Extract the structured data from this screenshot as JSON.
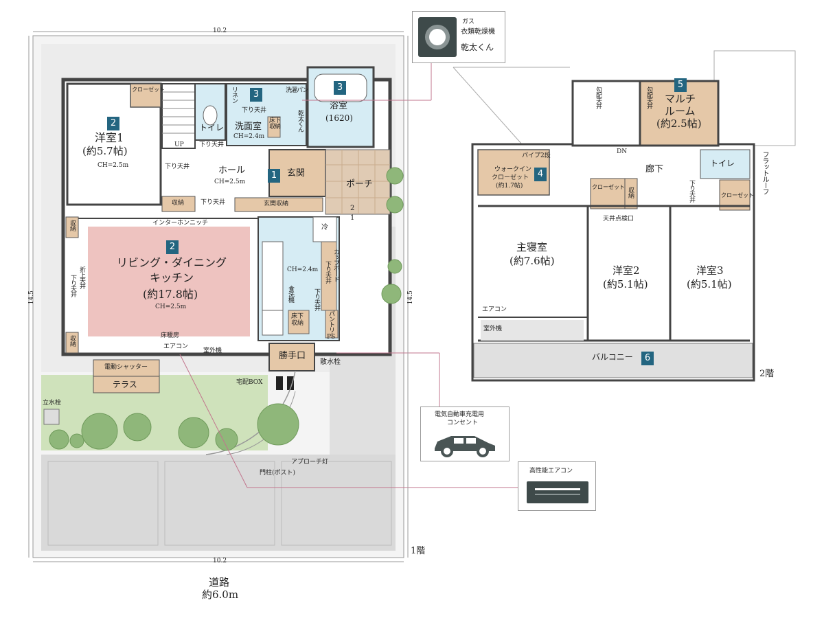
{
  "dims": {
    "top_width": "10.2",
    "bottom_width": "10.2",
    "left_depth": "14.5",
    "right_depth": "14.5"
  },
  "road": {
    "line1": "道路",
    "line2": "約6.0m"
  },
  "floor1": {
    "label": "1階",
    "rooms": {
      "western1": {
        "badge": "2",
        "name": "洋室1",
        "size": "(約5.7帖)",
        "ch": "CH=2.5m"
      },
      "closet1": "クローゼット",
      "up": "UP",
      "toilet": "トイレ",
      "linen": "リネン",
      "washroom": {
        "badge": "3",
        "name": "洗面室",
        "ch": "CH=2.4m",
        "drop_ceiling": "下り天井"
      },
      "underfloor_storage": "床下収納",
      "washer_pan": "洗濯パン",
      "dryer": "乾太くん",
      "bath": {
        "badge": "3",
        "name": "浴室",
        "size": "(1620)"
      },
      "drop_ceiling_a": "下り天井",
      "drop_ceiling_b": "下り天井",
      "drop_ceiling_c": "下り天井",
      "hall": {
        "name": "ホール",
        "ch": "CH=2.5m"
      },
      "entrance": {
        "badge": "1",
        "name": "玄関"
      },
      "porch": "ポーチ",
      "step2": "2",
      "step1": "1",
      "storage1": "収納",
      "entrance_storage": "玄関収納",
      "intercom_niche": "インターホンニッチ",
      "storage_left_top": "収納",
      "storage_left_bottom": "収納",
      "folding_ceiling": "折上天井",
      "drop_ceiling_left": "下り天井",
      "ldk": {
        "badge": "2",
        "name1": "リビング・ダイニング",
        "name2": "キッチン",
        "size": "(約17.8帖)",
        "ch": "CH=2.5m"
      },
      "fridge": "冷",
      "kitchen_ch": "CH=2.4m",
      "cupboard": "カップボード",
      "cupboard_drop": "下り天井",
      "dishwasher": "食洗機",
      "kitchen_drop": "下り天井",
      "kitchen_underfloor": "床下収納",
      "pantry": "パントリー",
      "ps": "PS",
      "floor_heating": "床暖房",
      "aircon": "エアコン",
      "outdoor_unit": "室外機",
      "shutter": "電動シャッター",
      "terrace": "テラス",
      "service_door": "勝手口",
      "sprinkler": "散水栓",
      "delivery_box": "宅配BOX",
      "standing_faucet": "立水栓",
      "approach_light": "アプローチ灯",
      "gate_post": "門柱(ポスト)"
    }
  },
  "floor2": {
    "label": "2階",
    "rooms": {
      "slope1": "勾配天井",
      "slope2": "勾配天井",
      "multi": {
        "badge": "5",
        "name1": "マルチ",
        "name2": "ルーム",
        "size": "(約2.5帖)"
      },
      "dn": "DN",
      "pipe": "パイプ2段",
      "wic": {
        "badge": "4",
        "name1": "ウォークイン",
        "name2": "クローゼット",
        "size": "(約1.7帖)"
      },
      "hallway": "廊下",
      "toilet": "トイレ",
      "flat_roof": "フラットルーフ",
      "closet_a": "クローゼット",
      "storage": "収納",
      "drop_ceiling": "下り天井",
      "closet_b": "クローゼット",
      "attic_hatch": "天井点検口",
      "master": {
        "name": "主寝室",
        "size": "(約7.6帖)"
      },
      "western2": {
        "name": "洋室2",
        "size": "(約5.1帖)"
      },
      "western3": {
        "name": "洋室3",
        "size": "(約5.1帖)"
      },
      "aircon": "エアコン",
      "outdoor_unit": "室外機",
      "balcony": {
        "badge": "6",
        "name": "バルコニー"
      }
    }
  },
  "callouts": {
    "dryer": {
      "line1": "ガス",
      "line2": "衣類乾燥機",
      "line3": "乾太くん"
    },
    "ev": {
      "line1": "電気自動車充電用",
      "line2": "コンセント"
    },
    "aircon": {
      "title": "高性能エアコン"
    }
  },
  "colors": {
    "badge": "#236580",
    "ldk_fill": "#eec3c0",
    "wet_fill": "#d6ecf4",
    "wood_fill": "#e5c8a8",
    "grass": "#cfe2bb",
    "paving": "#d9d9d9"
  }
}
